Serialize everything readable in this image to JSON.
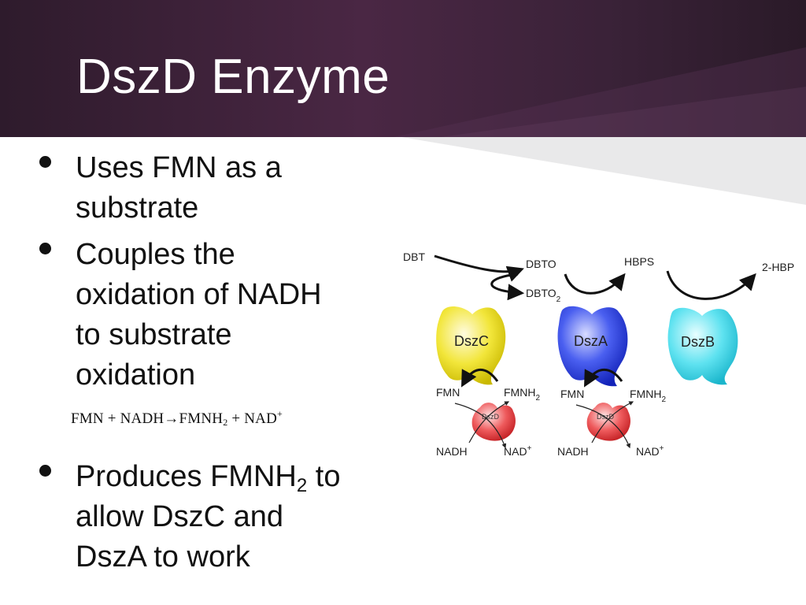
{
  "slide": {
    "title": "DszD Enzyme",
    "bullets": [
      {
        "line1": "Uses FMN as a",
        "line2": "substrate"
      },
      {
        "line1": "Couples the",
        "line2": "oxidation of NADH",
        "line3": "to substrate",
        "line4": "oxidation"
      },
      {
        "line1_pre": "Produces FMNH",
        "line1_sub": "2",
        "line1_post": " to",
        "line2": "allow DszC and",
        "line3": "DszA to work"
      }
    ],
    "equation": {
      "left": "FMN + NADH",
      "arrow": "→",
      "product": "FMNH",
      "product_sub": "2",
      "plus": " + NAD",
      "sup": "+"
    }
  },
  "diagram": {
    "metabolites": {
      "dbt": "DBT",
      "dbto": "DBTO",
      "dbto2": "DBTO",
      "dbto2_sub": "2",
      "hbps": "HBPS",
      "hbp": "2-HBP"
    },
    "enzymes": {
      "dszc": "DszC",
      "dsza": "DszA",
      "dszb": "DszB",
      "dszd": "DszD"
    },
    "cofactors": {
      "fmn": "FMN",
      "fmnh": "FMNH",
      "fmnh_sub": "2",
      "nadh": "NADH",
      "nad": "NAD",
      "nad_sup": "+"
    },
    "colors": {
      "dszc": "#f2e63a",
      "dsza": "#2b3fe0",
      "dszb": "#3fd8ea",
      "dszd": "#e0363a",
      "title_band": "#4a2744"
    }
  }
}
